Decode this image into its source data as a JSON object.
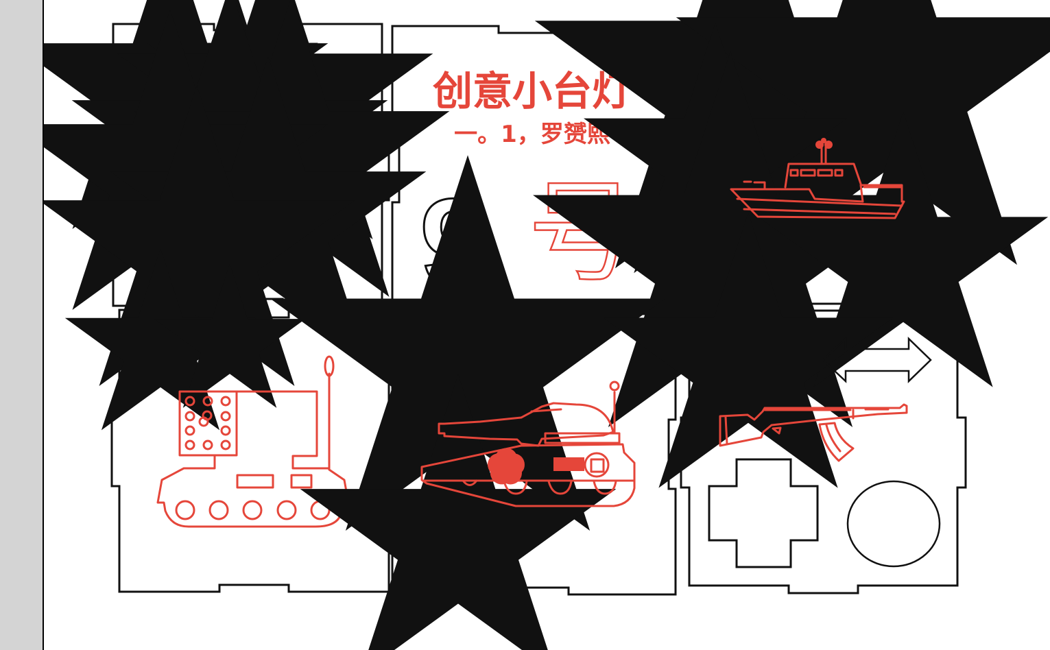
{
  "app": {
    "left_panel": {
      "color": "#d4d4d4"
    },
    "canvas": {
      "background": "#ffffff"
    }
  },
  "colors": {
    "cut_line": "#111111",
    "engrave": "#e5463a"
  },
  "panels": [
    {
      "id": 1,
      "label": "stars-cluster",
      "content": [
        "star",
        "star",
        "star",
        "star",
        "star",
        "star",
        "star",
        "star"
      ]
    },
    {
      "id": 2,
      "label": "title-panel",
      "title": "创意小台灯",
      "subtitle": "一。1，罗赟熙",
      "number": "9",
      "number_suffix": "号"
    },
    {
      "id": 3,
      "label": "ship-panel",
      "content": [
        "star",
        "star",
        "star",
        "star",
        "star",
        "ship"
      ]
    },
    {
      "id": 4,
      "label": "rocket-launcher-panel",
      "content": [
        "star",
        "star",
        "rocket-launcher-vehicle"
      ]
    },
    {
      "id": 5,
      "label": "tank-panel",
      "content": [
        "star",
        "star",
        "tank"
      ]
    },
    {
      "id": 6,
      "label": "rifle-panel",
      "content": [
        "star",
        "double-arrow",
        "rifle",
        "cross-cutout",
        "circle-cutout"
      ]
    }
  ]
}
